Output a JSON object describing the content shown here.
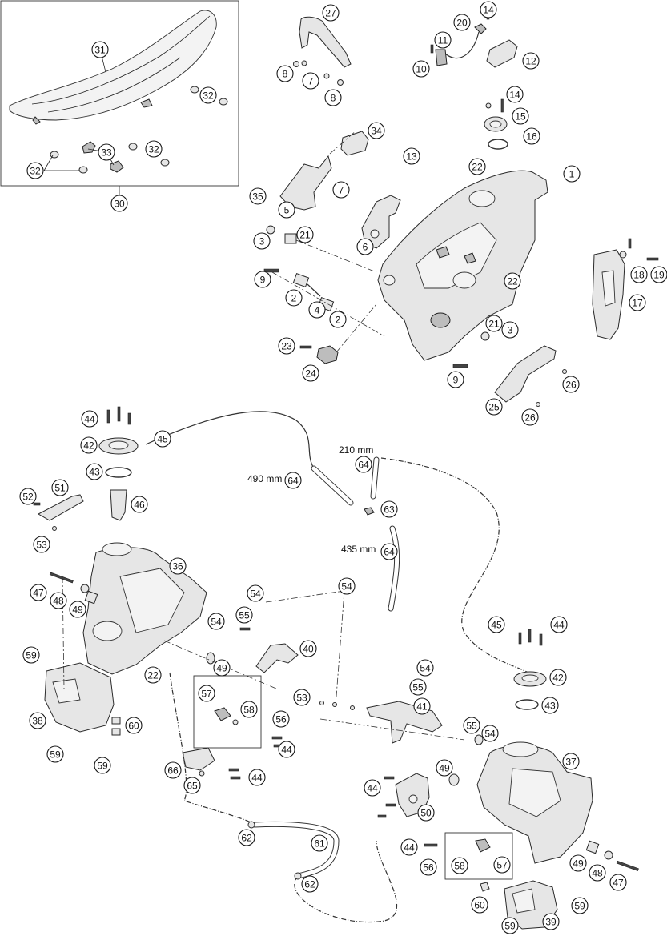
{
  "callouts": [
    {
      "id": "c-27",
      "label": "27"
    },
    {
      "id": "c-20",
      "label": "20"
    },
    {
      "id": "c-14a",
      "label": "14"
    },
    {
      "id": "c-11",
      "label": "11"
    },
    {
      "id": "c-10",
      "label": "10"
    },
    {
      "id": "c-12",
      "label": "12"
    },
    {
      "id": "c-8a",
      "label": "8"
    },
    {
      "id": "c-7a",
      "label": "7"
    },
    {
      "id": "c-8b",
      "label": "8"
    },
    {
      "id": "c-14b",
      "label": "14"
    },
    {
      "id": "c-15",
      "label": "15"
    },
    {
      "id": "c-16",
      "label": "16"
    },
    {
      "id": "c-34",
      "label": "34"
    },
    {
      "id": "c-13",
      "label": "13"
    },
    {
      "id": "c-22a",
      "label": "22"
    },
    {
      "id": "c-1",
      "label": "1"
    },
    {
      "id": "c-7b",
      "label": "7"
    },
    {
      "id": "c-35",
      "label": "35"
    },
    {
      "id": "c-5",
      "label": "5"
    },
    {
      "id": "c-3a",
      "label": "3"
    },
    {
      "id": "c-21a",
      "label": "21"
    },
    {
      "id": "c-6",
      "label": "6"
    },
    {
      "id": "c-9a",
      "label": "9"
    },
    {
      "id": "c-2a",
      "label": "2"
    },
    {
      "id": "c-4",
      "label": "4"
    },
    {
      "id": "c-2b",
      "label": "2"
    },
    {
      "id": "c-22b",
      "label": "22"
    },
    {
      "id": "c-18",
      "label": "18"
    },
    {
      "id": "c-19",
      "label": "19"
    },
    {
      "id": "c-17",
      "label": "17"
    },
    {
      "id": "c-21b",
      "label": "21"
    },
    {
      "id": "c-3b",
      "label": "3"
    },
    {
      "id": "c-23",
      "label": "23"
    },
    {
      "id": "c-24",
      "label": "24"
    },
    {
      "id": "c-9b",
      "label": "9"
    },
    {
      "id": "c-26a",
      "label": "26"
    },
    {
      "id": "c-25",
      "label": "25"
    },
    {
      "id": "c-26b",
      "label": "26"
    },
    {
      "id": "c-31",
      "label": "31"
    },
    {
      "id": "c-32a",
      "label": "32"
    },
    {
      "id": "c-33",
      "label": "33"
    },
    {
      "id": "c-32b",
      "label": "32"
    },
    {
      "id": "c-32c",
      "label": "32"
    },
    {
      "id": "c-30",
      "label": "30"
    },
    {
      "id": "c-44a",
      "label": "44"
    },
    {
      "id": "c-42a",
      "label": "42"
    },
    {
      "id": "c-45a",
      "label": "45"
    },
    {
      "id": "c-43a",
      "label": "43"
    },
    {
      "id": "c-46",
      "label": "46"
    },
    {
      "id": "c-52",
      "label": "52"
    },
    {
      "id": "c-51",
      "label": "51"
    },
    {
      "id": "c-53a",
      "label": "53"
    },
    {
      "id": "c-64a",
      "label": "64"
    },
    {
      "id": "c-64b",
      "label": "64"
    },
    {
      "id": "c-63",
      "label": "63"
    },
    {
      "id": "c-64c",
      "label": "64"
    },
    {
      "id": "c-36",
      "label": "36"
    },
    {
      "id": "c-47a",
      "label": "47"
    },
    {
      "id": "c-48a",
      "label": "48"
    },
    {
      "id": "c-49a",
      "label": "49"
    },
    {
      "id": "c-54a",
      "label": "54"
    },
    {
      "id": "c-54b",
      "label": "54"
    },
    {
      "id": "c-55a",
      "label": "55"
    },
    {
      "id": "c-54c",
      "label": "54"
    },
    {
      "id": "c-59a",
      "label": "59"
    },
    {
      "id": "c-22c",
      "label": "22"
    },
    {
      "id": "c-49b",
      "label": "49"
    },
    {
      "id": "c-40",
      "label": "40"
    },
    {
      "id": "c-57a",
      "label": "57"
    },
    {
      "id": "c-58a",
      "label": "58"
    },
    {
      "id": "c-56a",
      "label": "56"
    },
    {
      "id": "c-53b",
      "label": "53"
    },
    {
      "id": "c-45b",
      "label": "45"
    },
    {
      "id": "c-44b",
      "label": "44"
    },
    {
      "id": "c-42b",
      "label": "42"
    },
    {
      "id": "c-43b",
      "label": "43"
    },
    {
      "id": "c-54d",
      "label": "54"
    },
    {
      "id": "c-55b",
      "label": "55"
    },
    {
      "id": "c-41",
      "label": "41"
    },
    {
      "id": "c-38",
      "label": "38"
    },
    {
      "id": "c-60a",
      "label": "60"
    },
    {
      "id": "c-59b",
      "label": "59"
    },
    {
      "id": "c-59c",
      "label": "59"
    },
    {
      "id": "c-44c",
      "label": "44"
    },
    {
      "id": "c-55c",
      "label": "55"
    },
    {
      "id": "c-54e",
      "label": "54"
    },
    {
      "id": "c-66",
      "label": "66"
    },
    {
      "id": "c-44d",
      "label": "44"
    },
    {
      "id": "c-65",
      "label": "65"
    },
    {
      "id": "c-49c",
      "label": "49"
    },
    {
      "id": "c-37",
      "label": "37"
    },
    {
      "id": "c-44e",
      "label": "44"
    },
    {
      "id": "c-50",
      "label": "50"
    },
    {
      "id": "c-62a",
      "label": "62"
    },
    {
      "id": "c-61",
      "label": "61"
    },
    {
      "id": "c-44f",
      "label": "44"
    },
    {
      "id": "c-58b",
      "label": "58"
    },
    {
      "id": "c-57b",
      "label": "57"
    },
    {
      "id": "c-56b",
      "label": "56"
    },
    {
      "id": "c-49d",
      "label": "49"
    },
    {
      "id": "c-48b",
      "label": "48"
    },
    {
      "id": "c-47b",
      "label": "47"
    },
    {
      "id": "c-62b",
      "label": "62"
    },
    {
      "id": "c-60b",
      "label": "60"
    },
    {
      "id": "c-59d",
      "label": "59"
    },
    {
      "id": "c-39",
      "label": "39"
    },
    {
      "id": "c-59e",
      "label": "59"
    }
  ],
  "measurements": [
    {
      "id": "m-210",
      "text": "210 mm"
    },
    {
      "id": "m-490",
      "text": "490 mm"
    },
    {
      "id": "m-435",
      "text": "435 mm"
    }
  ]
}
